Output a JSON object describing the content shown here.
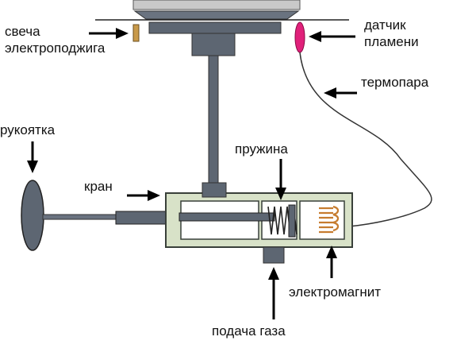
{
  "labels": {
    "spark_plug_line1": "свеча",
    "spark_plug_line2": "электроподжига",
    "flame_sensor_line1": "датчик",
    "flame_sensor_line2": "пламени",
    "thermocouple": "термопара",
    "handle": "рукоятка",
    "spring": "пружина",
    "valve": "кран",
    "electromagnet": "электромагнит",
    "gas_supply": "подача газа"
  },
  "colors": {
    "metal_gray": "#5d6672",
    "metal_light": "#8c939c",
    "housing_fill": "#d8e2c8",
    "housing_stroke": "#39403a",
    "flame_sensor": "#e0207a",
    "spark_plug": "#c99a4a",
    "coil": "#c67c2f",
    "arrow": "#000000"
  }
}
